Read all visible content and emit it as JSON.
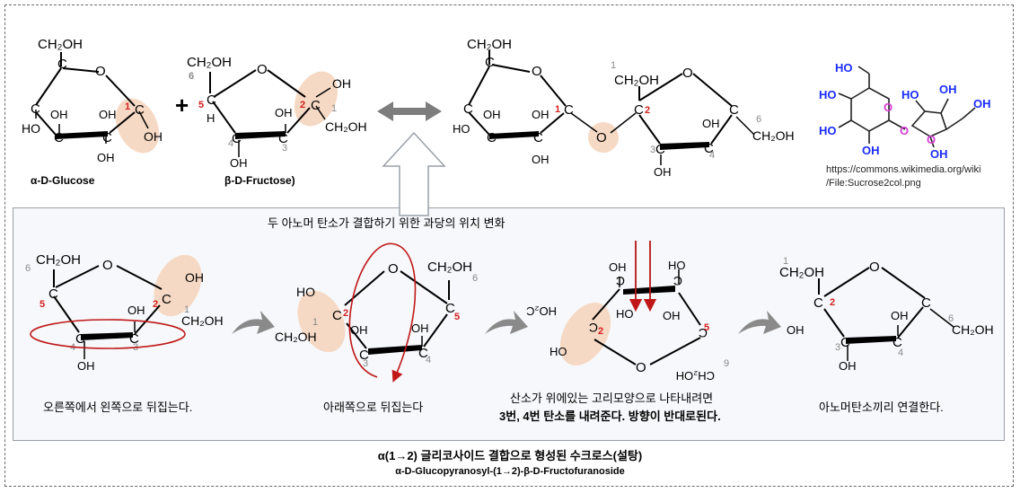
{
  "top": {
    "glucose_label": "α-D-Glucose",
    "fructose_label": "β-D-Fructose)",
    "plus": "+",
    "source_line1": "https://commons.wikimedia.org/wiki",
    "source_line2": "/File:Sucrose2col.png"
  },
  "panel": {
    "header": "두 아노머 탄소가 결합하기 위한 과당의 위치 변화",
    "captions": [
      "오른쪽에서 왼쪽으로 뒤집는다.",
      "아래쪽으로 뒤집는다",
      "산소가 위에있는 고리모양으로 나타내려면",
      "3번, 4번 탄소를 내려준다. 방향이 반대로된다.",
      "아노머탄소끼리 연결한다."
    ]
  },
  "footer": {
    "title": "α(1→2) 글리코사이드 결합으로 형성된 수크로스(설탕)",
    "subtitle": "α-D-Glucopyranosyl-(1→2)-β-D-Fructofuranoside"
  },
  "chem": {
    "CH2OH": "CH₂OH",
    "OH": "OH",
    "HO": "HO",
    "O": "O",
    "C": "C",
    "n1": "1",
    "n2": "2",
    "n3": "3",
    "n4": "4",
    "n5": "5",
    "n6": "6"
  },
  "colors": {
    "red": "#d42020",
    "highlight": "#f6d9c4",
    "grey_arrow": "#8a8a8a",
    "hex_blue": "#1a2cff",
    "hex_pink": "#d63bd6"
  }
}
